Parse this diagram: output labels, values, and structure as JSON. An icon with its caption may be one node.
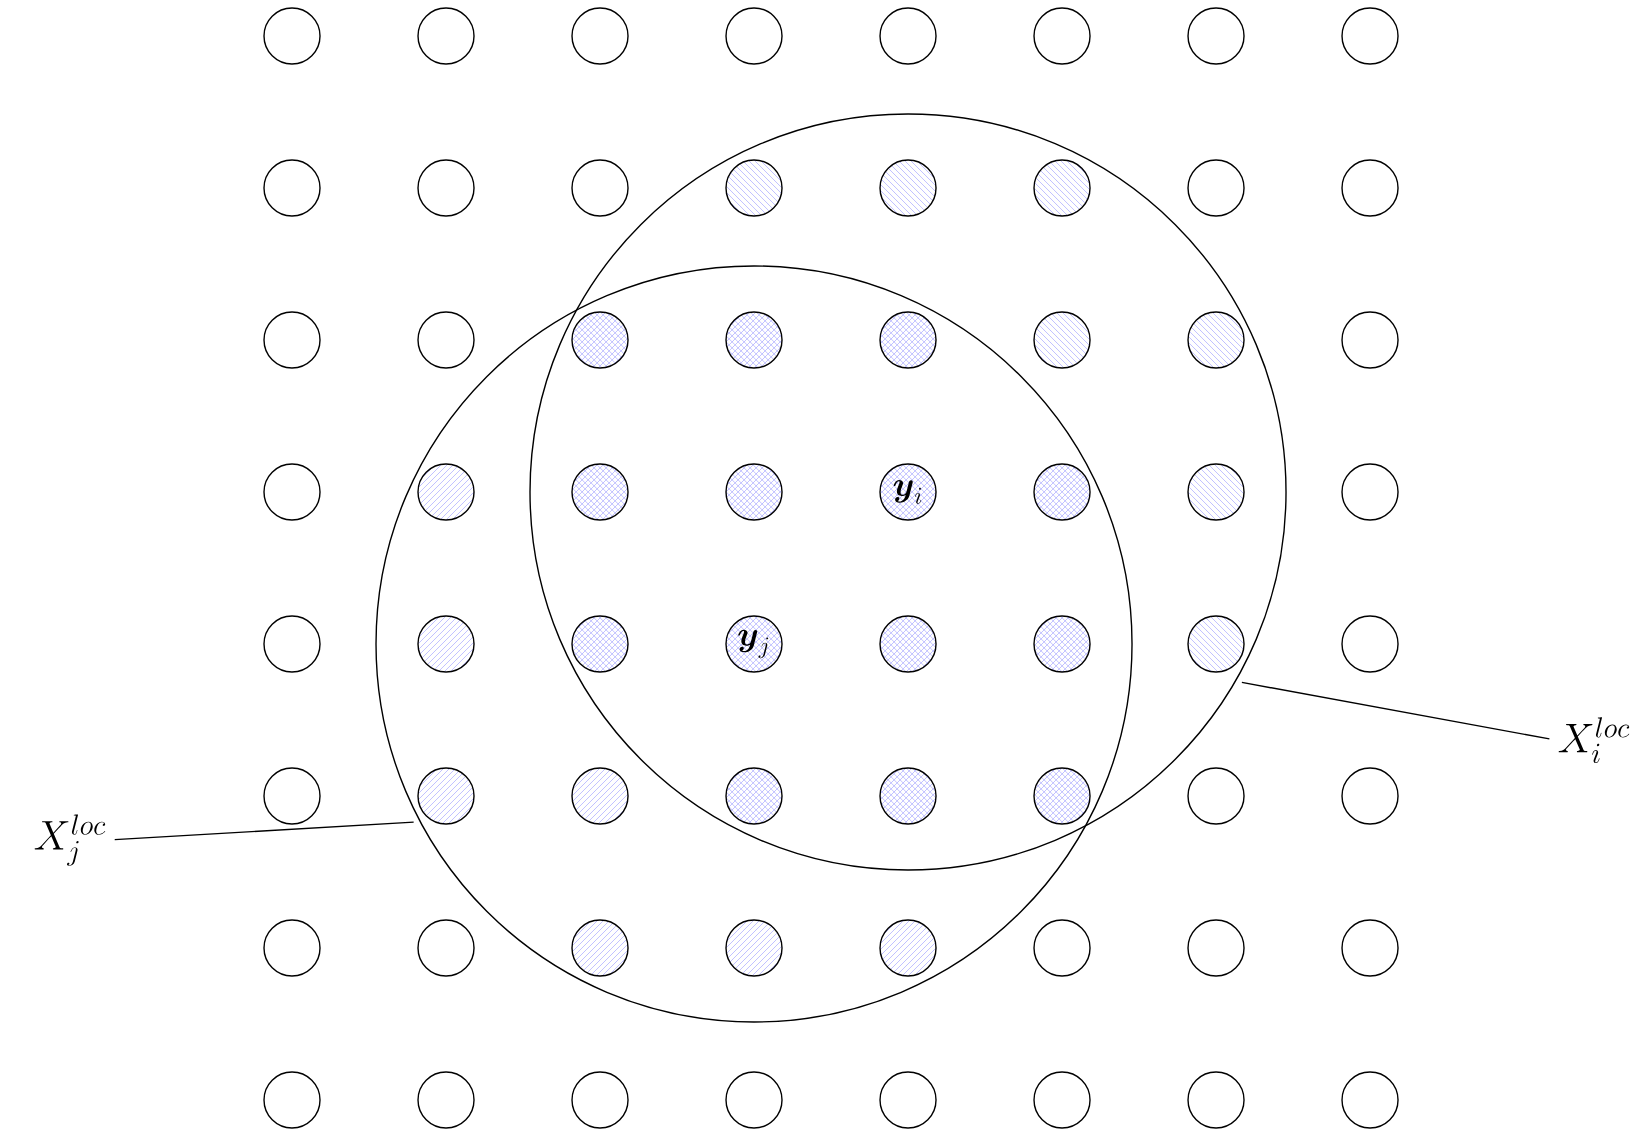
{
  "diagram": {
    "nodes": [
      {
        "text": [],
        "shape": "circle"
      },
      {
        "text": [],
        "shape": "circle"
      },
      {
        "text": [],
        "shape": "circle"
      },
      {
        "text": [],
        "shape": "circle"
      },
      {
        "text": [],
        "shape": "circle"
      },
      {
        "text": [],
        "shape": "circle"
      },
      {
        "text": [],
        "shape": "circle"
      },
      {
        "text": [],
        "shape": "circle"
      },
      {
        "text": [],
        "shape": "circle"
      },
      {
        "text": [],
        "shape": "circle"
      },
      {
        "text": [],
        "shape": "circle"
      },
      {
        "text": [],
        "shape": "circle"
      },
      {
        "text": [],
        "shape": "circle"
      },
      {
        "text": [],
        "shape": "circle",
        "in": 0
      },
      {
        "text": [],
        "shape": "circle",
        "in": 0
      },
      {
        "text": [],
        "shape": "circle",
        "in": 0
      },
      {
        "text": [],
        "shape": "circle"
      },
      {
        "text": [],
        "shape": "circle"
      },
      {
        "text": [],
        "shape": "circle"
      },
      {
        "text": [],
        "shape": "circle"
      },
      {
        "text": [],
        "shape": "circle"
      },
      {
        "text": [],
        "shape": "circle"
      },
      {
        "text": [],
        "shape": "circle"
      },
      {
        "text": [],
        "shape": "circle",
        "in": 0
      },
      {
        "text": [],
        "shape": "circle",
        "in": 0
      },
      {
        "text": [],
        "shape": "circle"
      },
      {
        "text": [],
        "shape": "circle"
      },
      {
        "text": [],
        "shape": "circle",
        "in": 1
      },
      {
        "text": [],
        "shape": "circle"
      },
      {
        "text": [],
        "shape": "circle"
      },
      {
        "text": [
          "\\boldsymbol{y}_i"
        ]
      },
      {
        "text": [],
        "shape": "circle"
      },
      {
        "text": [],
        "shape": "circle",
        "in": 0
      },
      {
        "text": [],
        "shape": "circle"
      },
      {
        "text": [],
        "shape": "circle"
      },
      {
        "text": [],
        "shape": "circle",
        "in": 1
      },
      {
        "text": [],
        "shape": "circle"
      },
      {
        "text": [
          "\\boldsymbol{y}_j"
        ]
      },
      {
        "text": [],
        "shape": "circle"
      },
      {
        "text": [],
        "shape": "circle"
      },
      {
        "text": [],
        "shape": "circle",
        "in": 0
      },
      {
        "text": [],
        "shape": "circle"
      },
      {
        "text": [],
        "shape": "circle"
      },
      {
        "text": [],
        "shape": "circle",
        "in": 1
      },
      {
        "text": [],
        "shape": "circle",
        "in": 1
      },
      {
        "text": [],
        "shape": "circle"
      },
      {
        "text": [],
        "shape": "circle"
      },
      {
        "text": [],
        "shape": "circle"
      },
      {
        "text": [],
        "shape": "circle"
      },
      {
        "text": [],
        "shape": "circle"
      },
      {
        "text": [],
        "shape": "circle"
      },
      {
        "text": [],
        "shape": "circle"
      },
      {
        "text": [],
        "shape": "circle",
        "in": 1
      },
      {
        "text": [],
        "shape": "circle",
        "in": 1
      },
      {
        "text": [],
        "shape": "circle",
        "in": 1
      },
      {
        "text": [],
        "shape": "circle"
      },
      {
        "text": [],
        "shape": "circle"
      },
      {
        "text": [],
        "shape": "circle"
      },
      {
        "text": [],
        "shape": "circle"
      },
      {
        "text": [],
        "shape": "circle"
      },
      {
        "text": [],
        "shape": "circle"
      },
      {
        "text": [],
        "shape": "circle"
      },
      {
        "text": [],
        "shape": "circle"
      },
      {
        "text": [],
        "shape": "circle"
      },
      {
        "text": [],
        "shape": "circle"
      },
      {
        "text": [],
        "shape": "circle"
      },
      {
        "text": [
          "X_i^{loc}"
        ]
      },
      {
        "text": [
          "X_j^{loc}"
        ]
      }
    ],
    "edges": [
      {
        "from": 66,
        "to": 0,
        "arrow": "none"
      },
      {
        "from": 67,
        "to": 1,
        "arrow": "none"
      }
    ]
  }
}
